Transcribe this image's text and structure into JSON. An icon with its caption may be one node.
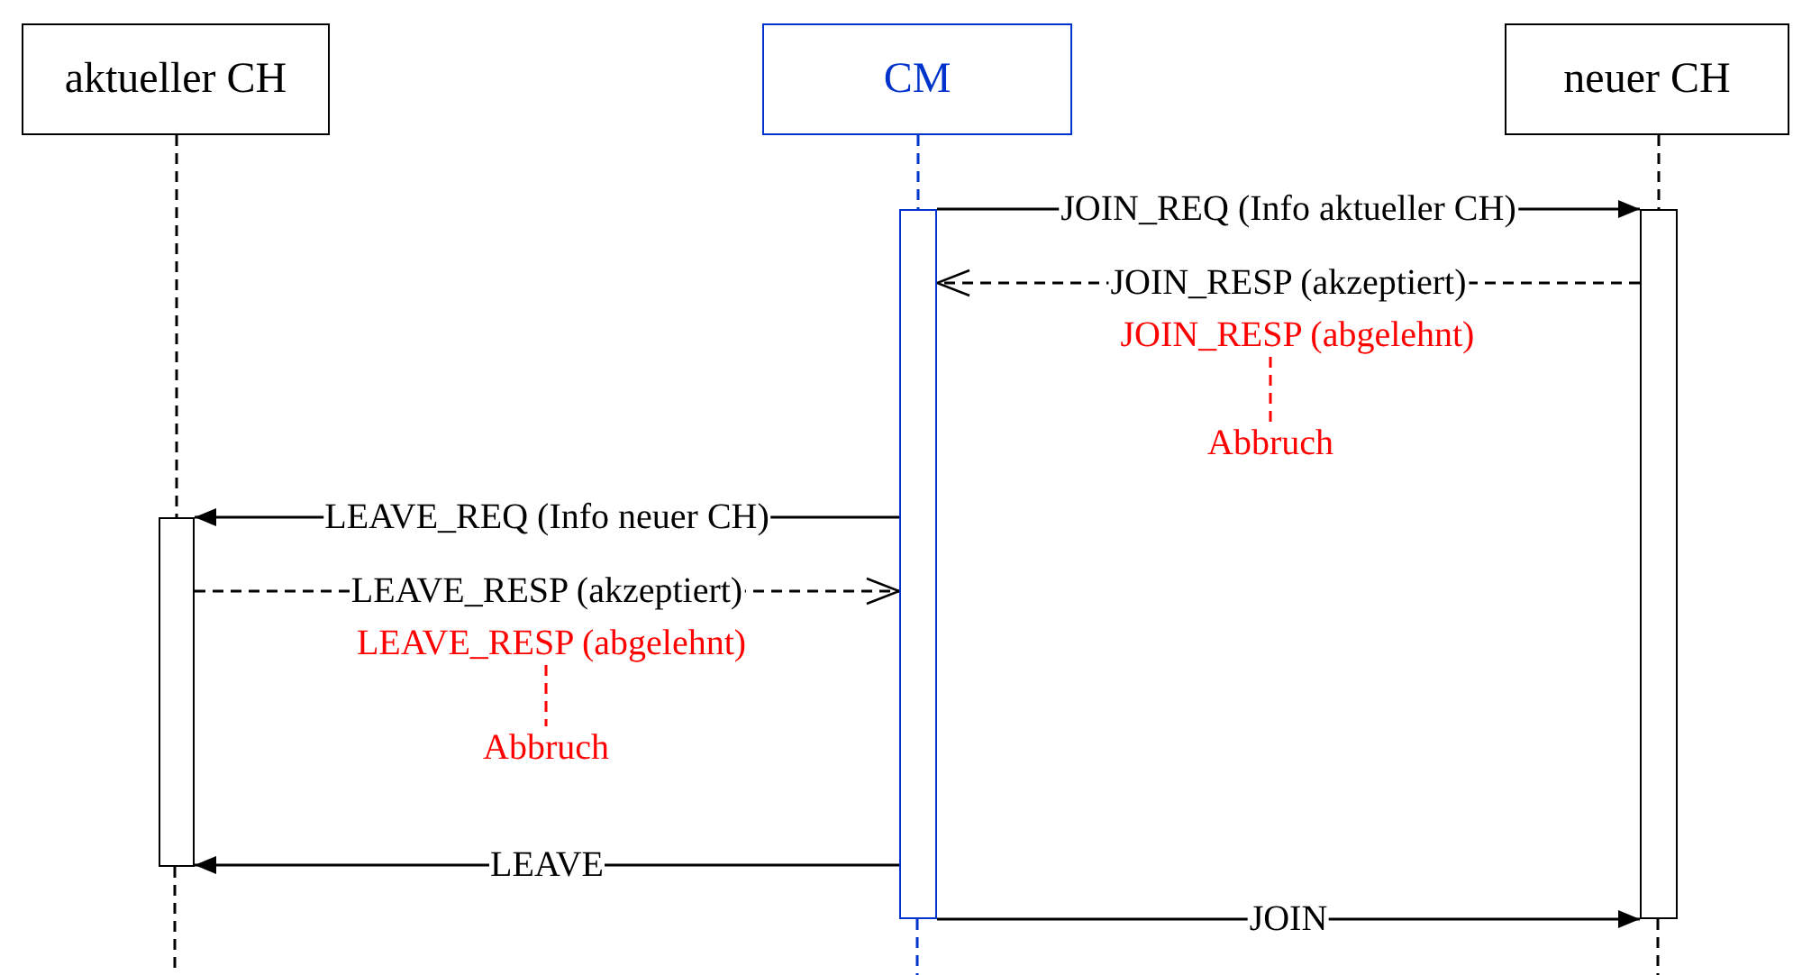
{
  "diagram": {
    "nodes": [
      {
        "text": [
          "aktueller CH"
        ]
      },
      {
        "text": [
          "CM"
        ]
      },
      {
        "text": [
          "neuer CH"
        ]
      },
      {
        "text": [],
        "shape": "bar"
      },
      {
        "text": [],
        "shape": "bar"
      },
      {
        "text": [
          "JOIN_RESP (abgelehnt)"
        ]
      },
      {
        "text": [
          "Abbruch"
        ]
      },
      {
        "text": [],
        "shape": "bar"
      },
      {
        "text": [
          "LEAVE_RESP (abgelehnt)"
        ]
      },
      {
        "text": [
          "Abbruch"
        ]
      }
    ],
    "edges": [
      {
        "from": 0,
        "to": 7,
        "arrow": "none",
        "style": "dashed"
      },
      {
        "from": 1,
        "to": 3,
        "arrow": "none",
        "style": "dashed",
        "color": "#0033cc"
      },
      {
        "from": 2,
        "to": 4,
        "arrow": "none",
        "style": "dashed"
      },
      {
        "from": 3,
        "to": 4,
        "arrow": "to",
        "label": "JOIN_REQ (Info aktueller CH)"
      },
      {
        "from": 4,
        "to": 3,
        "arrow": "to",
        "label": "JOIN_RESP (akzeptiert)",
        "style": "dashed"
      },
      {
        "from": 5,
        "to": 6,
        "arrow": "none",
        "style": "dashed",
        "color": "#ff0000"
      },
      {
        "from": 3,
        "to": 7,
        "arrow": "to",
        "label": "LEAVE_REQ (Info neuer CH)"
      },
      {
        "from": 7,
        "to": 3,
        "arrow": "to",
        "label": "LEAVE_RESP (akzeptiert)",
        "style": "dashed"
      },
      {
        "from": 8,
        "to": 9,
        "arrow": "none",
        "style": "dashed",
        "color": "#ff0000"
      },
      {
        "from": 3,
        "to": 7,
        "arrow": "to",
        "label": "LEAVE"
      },
      {
        "from": 3,
        "to": 4,
        "arrow": "to",
        "label": "JOIN"
      }
    ]
  }
}
